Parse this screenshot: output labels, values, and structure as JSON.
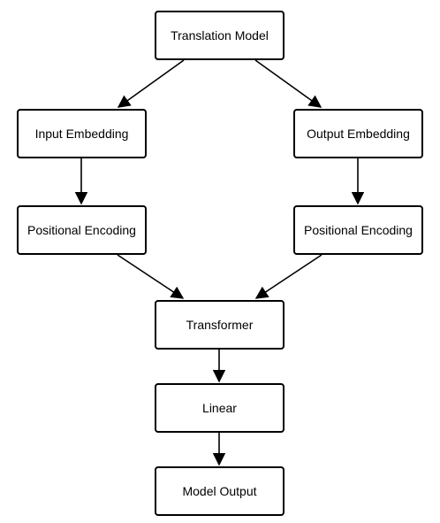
{
  "nodes": {
    "translation_model": "Translation Model",
    "input_embedding": "Input Embedding",
    "output_embedding": "Output Embedding",
    "positional_encoding_left": "Positional Encoding",
    "positional_encoding_right": "Positional Encoding",
    "transformer": "Transformer",
    "linear": "Linear",
    "model_output": "Model Output"
  },
  "edges": [
    [
      "translation_model",
      "input_embedding"
    ],
    [
      "translation_model",
      "output_embedding"
    ],
    [
      "input_embedding",
      "positional_encoding_left"
    ],
    [
      "output_embedding",
      "positional_encoding_right"
    ],
    [
      "positional_encoding_left",
      "transformer"
    ],
    [
      "positional_encoding_right",
      "transformer"
    ],
    [
      "transformer",
      "linear"
    ],
    [
      "linear",
      "model_output"
    ]
  ],
  "colors": {
    "stroke": "#000000",
    "fill": "#ffffff"
  }
}
